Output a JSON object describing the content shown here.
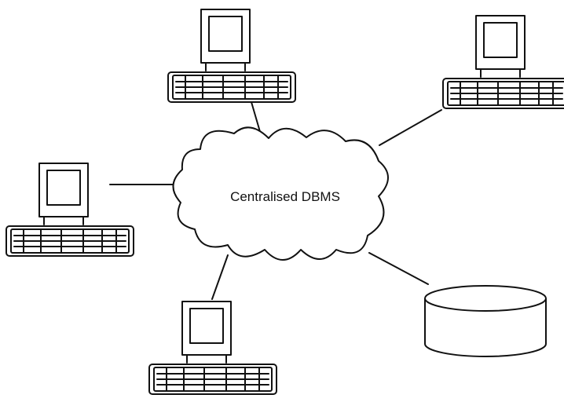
{
  "diagram": {
    "center_label": "Centralised DBMS",
    "nodes": [
      {
        "id": "terminal-top",
        "kind": "computer-terminal-icon"
      },
      {
        "id": "terminal-top-right",
        "kind": "computer-terminal-icon"
      },
      {
        "id": "terminal-left",
        "kind": "computer-terminal-icon"
      },
      {
        "id": "terminal-bottom",
        "kind": "computer-terminal-icon"
      },
      {
        "id": "database",
        "kind": "database-cylinder-icon"
      }
    ],
    "colors": {
      "ink": "#111111",
      "background": "#ffffff"
    }
  }
}
